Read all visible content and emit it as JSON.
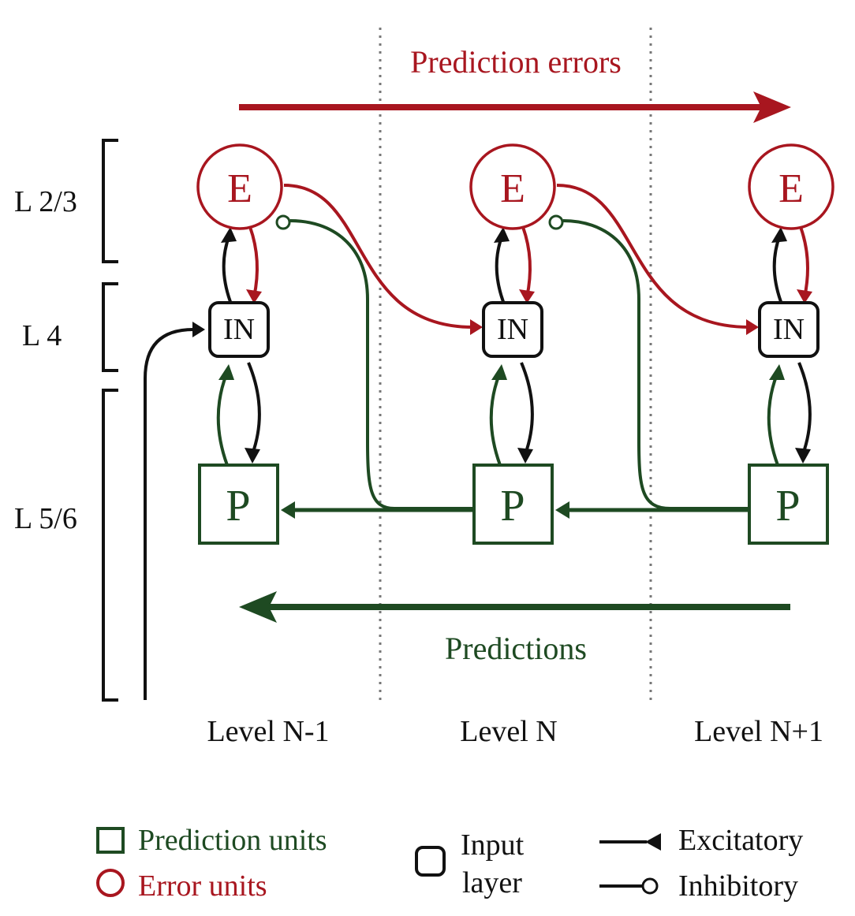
{
  "colors": {
    "error": "#a8161f",
    "prediction": "#1e4a22",
    "black": "#111111",
    "dotted": "#777777"
  },
  "header": {
    "prediction_errors": "Prediction errors"
  },
  "footer": {
    "predictions": "Predictions"
  },
  "layers": {
    "l23": "L 2/3",
    "l4": "L 4",
    "l56": "L 5/6"
  },
  "levels": {
    "n_minus_1": "Level N-1",
    "n": "Level N",
    "n_plus_1": "Level N+1"
  },
  "units": {
    "error": "E",
    "input": "IN",
    "prediction": "P"
  },
  "legend": {
    "prediction_units": "Prediction units",
    "error_units": "Error units",
    "input_line1": "Input",
    "input_line2": "layer",
    "excitatory": "Excitatory",
    "inhibitory": "Inhibitory"
  }
}
